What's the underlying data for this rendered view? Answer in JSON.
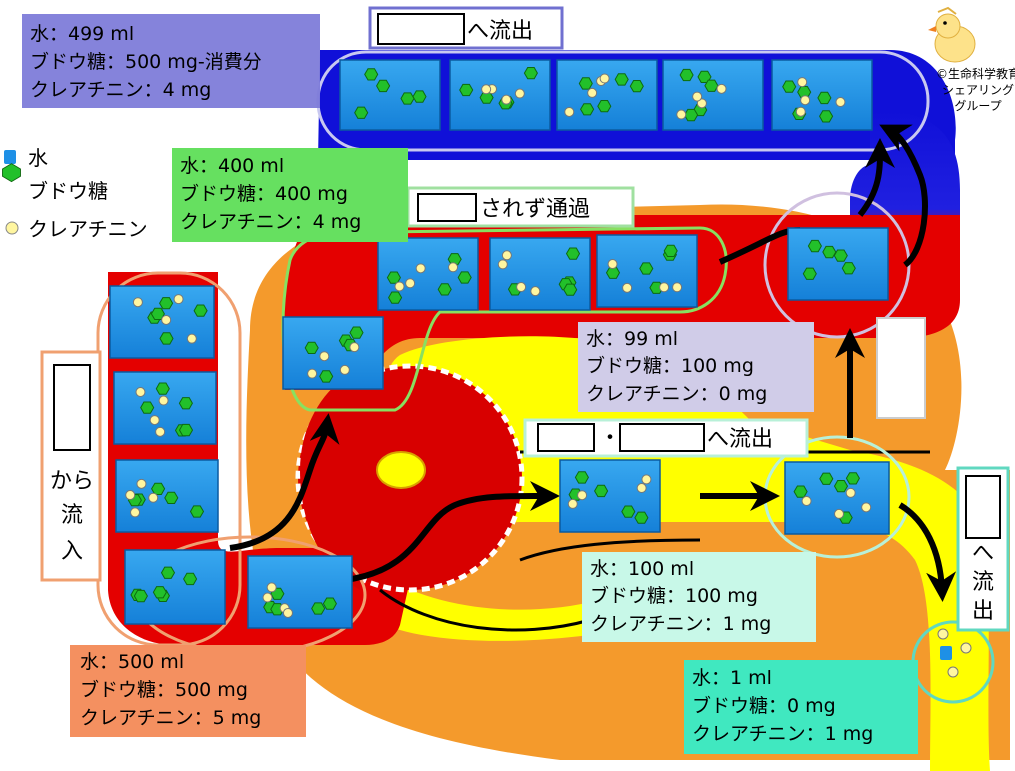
{
  "colors": {
    "water": "#1e90e6",
    "glucose": "#22c02a",
    "creatinine": "#fff6a0",
    "vessel_red": "#e40000",
    "vessel_blue": "#1010d8",
    "tubule_yellow": "#ffff00",
    "tissue_orange": "#f49a2c"
  },
  "legend": {
    "water": "水",
    "glucose": "ブドウ糖",
    "creatinine": "クレアチニン"
  },
  "copyright": [
    "©生命科学教育",
    "シェアリング",
    "グループ"
  ],
  "labels": {
    "inflow_suffix": [
      "から",
      "流",
      "入"
    ],
    "top_outflow_suffix": "へ流出",
    "pass_suffix": "されず通過",
    "mid_sep": "・",
    "mid_outflow_suffix": "へ流出",
    "right_outflow_suffix": [
      "へ",
      "流",
      "出"
    ]
  },
  "info_boxes": {
    "top": [
      "水：499 ml",
      "ブドウ糖：500 mg-消費分",
      "クレアチニン：4 mg"
    ],
    "green": [
      "水：400 ml",
      "ブドウ糖：400 mg",
      "クレアチニン：4 mg"
    ],
    "lavender": [
      "水：99 ml",
      "ブドウ糖：100 mg",
      "クレアチニン：0 mg"
    ],
    "mint_mid": [
      "水：100 ml",
      "ブドウ糖：100 mg",
      "クレアチニン：1 mg"
    ],
    "mint_bottom": [
      "水：1 ml",
      "ブドウ糖：0 mg",
      "クレアチニン：1 mg"
    ],
    "salmon": [
      "水：500 ml",
      "ブドウ糖：500 mg",
      "クレアチニン：5 mg"
    ]
  }
}
